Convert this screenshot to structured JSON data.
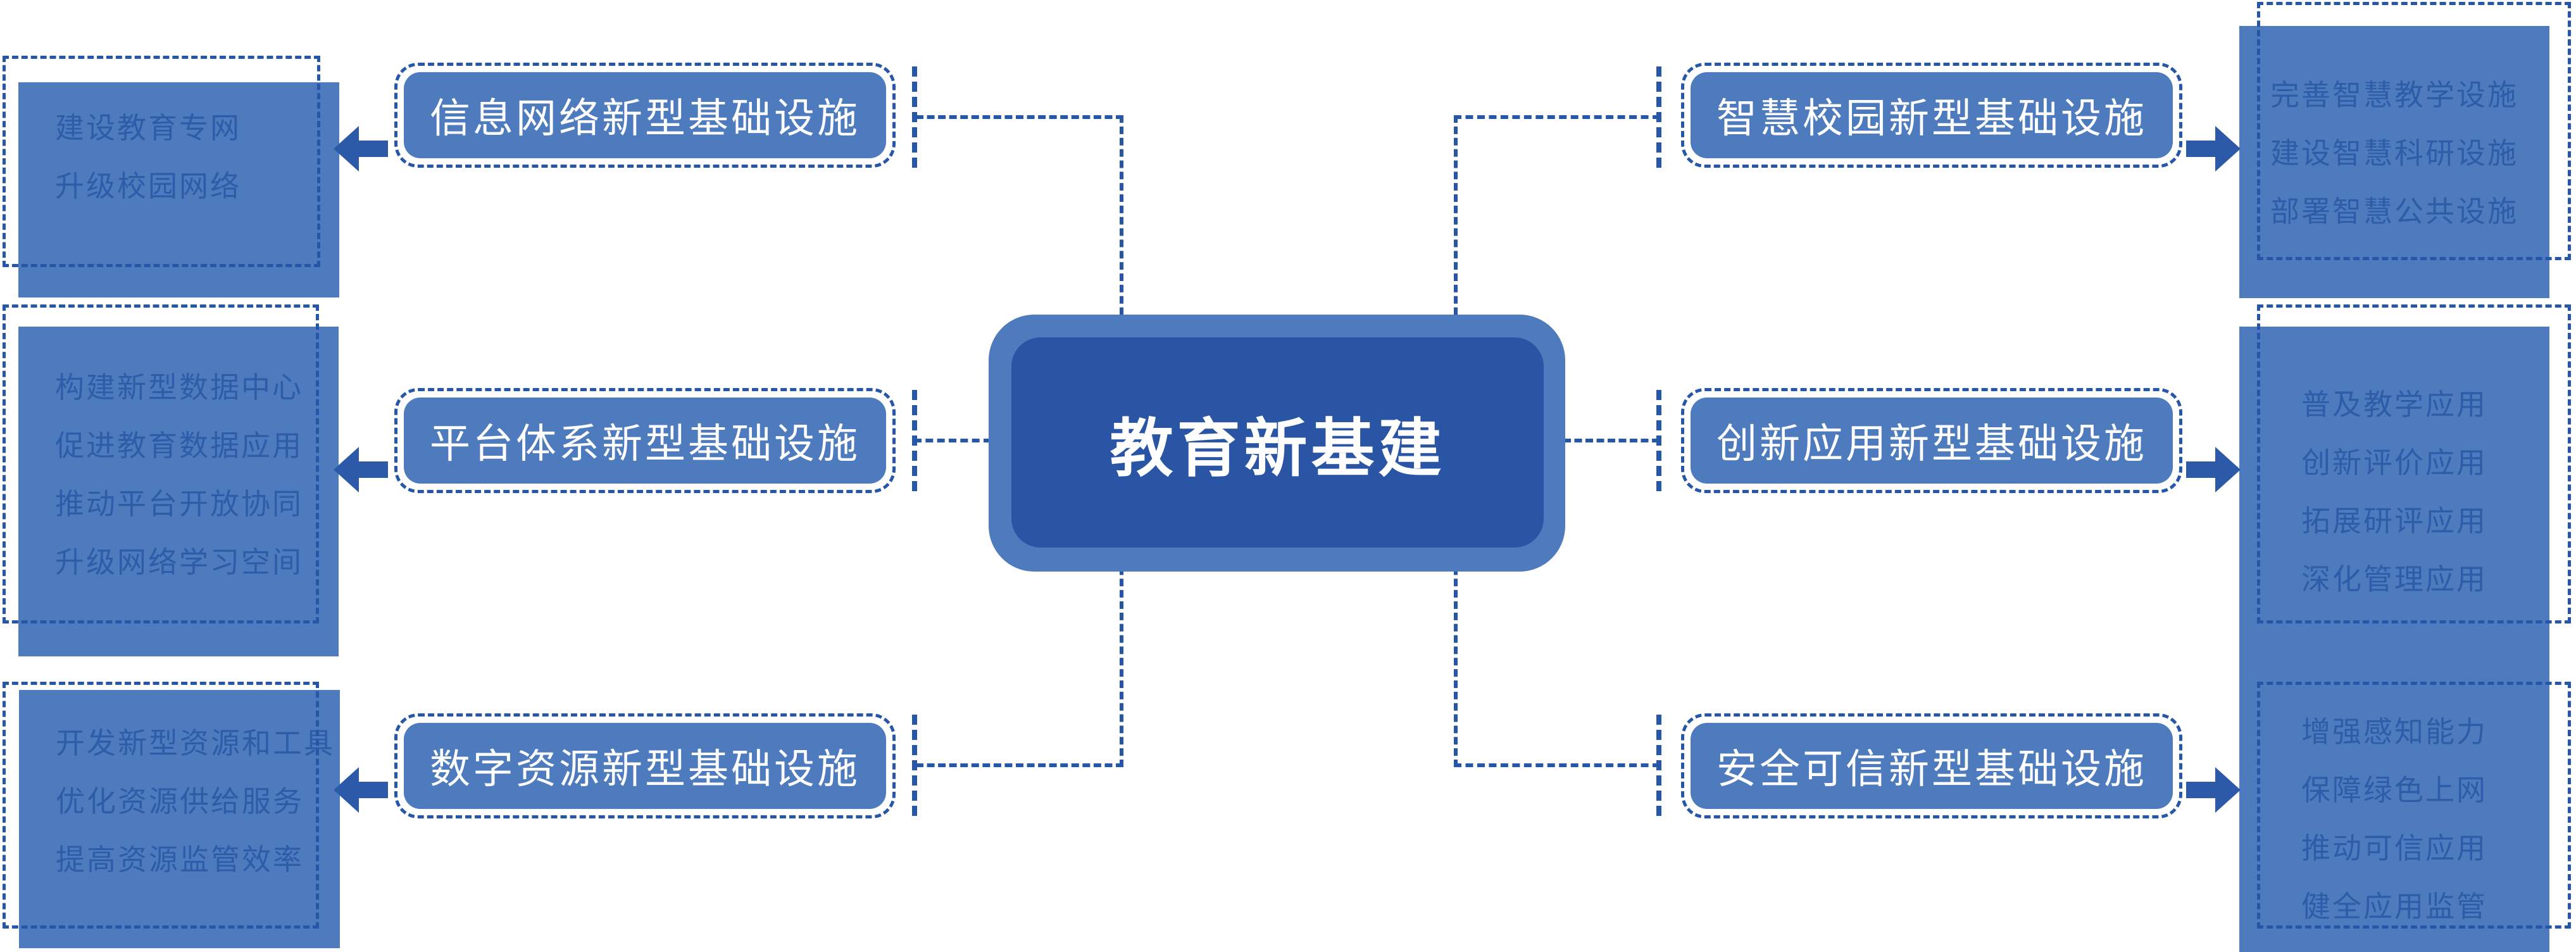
{
  "title": "教育新基建思维导图",
  "center": {
    "label": "教育新基建"
  },
  "branches": [
    {
      "side": "left",
      "title": "信息网络新型基础设施",
      "items": [
        "建设教育专网",
        "升级校园网络"
      ]
    },
    {
      "side": "left",
      "title": "平台体系新型基础设施",
      "items": [
        "构建新型数据中心",
        "促进教育数据应用",
        "推动平台开放协同",
        "升级网络学习空间"
      ]
    },
    {
      "side": "left",
      "title": "数字资源新型基础设施",
      "items": [
        "开发新型资源和工具",
        "优化资源供给服务",
        "提高资源监管效率"
      ]
    },
    {
      "side": "right",
      "title": "智慧校园新型基础设施",
      "items": [
        "完善智慧教学设施",
        "建设智慧科研设施",
        "部署智慧公共设施"
      ]
    },
    {
      "side": "right",
      "title": "创新应用新型基础设施",
      "items": [
        "普及教学应用",
        "创新评价应用",
        "拓展研评应用",
        "深化管理应用"
      ]
    },
    {
      "side": "right",
      "title": "安全可信新型基础设施",
      "items": [
        "增强感知能力",
        "保障绿色上网",
        "推动可信应用",
        "健全应用监管"
      ]
    }
  ],
  "colors": {
    "box_fill_blue": "#4d7bbd",
    "dashed_line_blue": "#2656a7",
    "center_node_blue": "#2a55a4",
    "detail_text_blue": "#2e5ca8",
    "title_text_white": "#ffffff"
  }
}
